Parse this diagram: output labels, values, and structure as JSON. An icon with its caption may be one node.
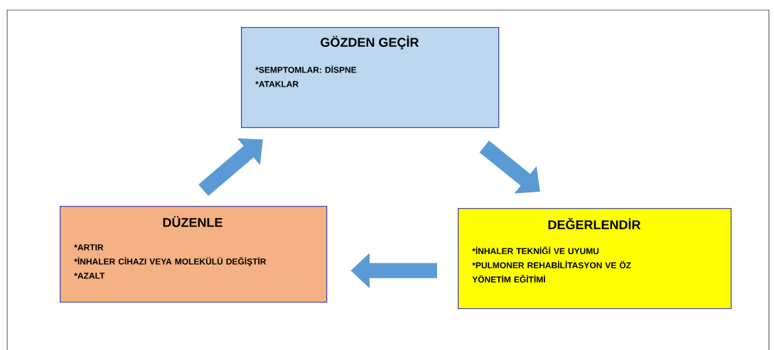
{
  "diagram": {
    "nodes": [
      {
        "text": [
          "GÖZDEN GEÇİR",
          "*SEMPTOMLAR: DİSPNE",
          "*ATAKLAR"
        ]
      },
      {
        "text": [
          "DEĞERLENDİR",
          "*İNHALER TEKNİĞİ VE UYUMU",
          "*PULMONER REHABİLİTASYON VE ÖZ YÖNETİM EĞİTİMİ"
        ]
      },
      {
        "text": [
          "DÜZENLE",
          "*ARTIR",
          "*İNHALER CİHAZI VEYA MOLEKÜLÜ DEĞİŞTİR",
          "*AZALT"
        ]
      }
    ],
    "edges": [
      {
        "from": 0,
        "to": 1,
        "arrow": "to"
      },
      {
        "from": 1,
        "to": 2,
        "arrow": "to"
      },
      {
        "from": 2,
        "to": 0,
        "arrow": "to"
      }
    ]
  }
}
